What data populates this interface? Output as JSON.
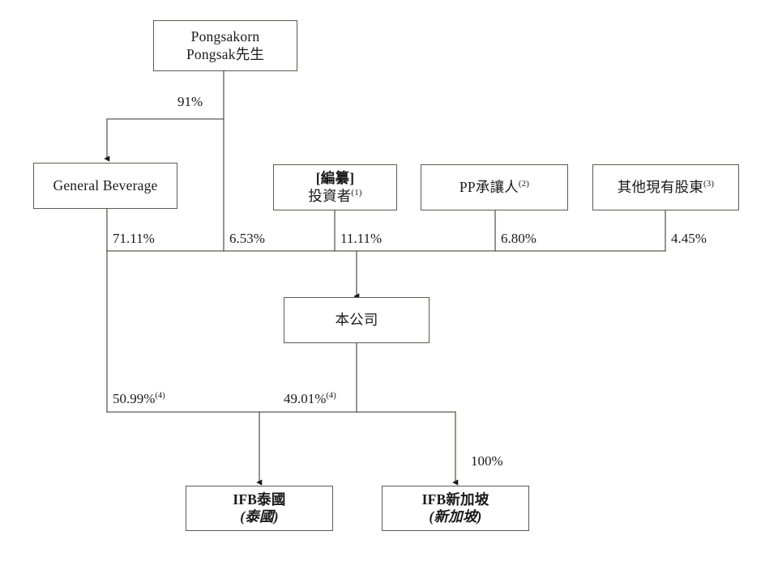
{
  "diagram": {
    "title": "Shareholding structure chart",
    "type": "org-shareholding-chart",
    "background_color": "#ffffff",
    "line_color": "#5a5a55",
    "text_color": "#1a1a1a"
  },
  "nodes": {
    "pongsakorn": {
      "line1": "Pongsakorn",
      "line2": "Pongsak先生"
    },
    "general_beverage": {
      "line1": "General Beverage"
    },
    "investor": {
      "line1": "[編纂]",
      "line2": "投資者",
      "line2_sup": "(1)"
    },
    "pp_transferee": {
      "line1": "PP承讓人",
      "line1_sup": "(2)"
    },
    "other_shareholders": {
      "line1": "其他現有股東",
      "line1_sup": "(3)"
    },
    "company": {
      "line1": "本公司"
    },
    "ifb_thailand": {
      "line1": "IFB泰國",
      "line2": "(泰國)"
    },
    "ifb_singapore": {
      "line1": "IFB新加坡",
      "line2": "(新加坡)"
    }
  },
  "edge_labels": {
    "pongsakorn_to_general_beverage": "91%",
    "general_beverage_to_company": "71.11%",
    "pongsakorn_to_company": "6.53%",
    "investor_to_company": "11.11%",
    "pp_transferee_to_company": "6.80%",
    "other_shareholders_to_company": "4.45%",
    "company_to_ifb_thailand": "50.99%",
    "company_to_ifb_thailand_sup": "(4)",
    "company_to_ifb_singapore": "49.01%",
    "company_to_ifb_singapore_sup": "(4)",
    "company_to_ifb_singapore_full": "100%"
  },
  "chart_data": {
    "type": "diagram",
    "title": "Shareholding structure chart",
    "nodes": [
      {
        "id": "pongsakorn",
        "label": "Pongsakorn Pongsak先生"
      },
      {
        "id": "general_beverage",
        "label": "General Beverage"
      },
      {
        "id": "investor",
        "label": "[編纂]投資者(1)"
      },
      {
        "id": "pp_transferee",
        "label": "PP承讓人(2)"
      },
      {
        "id": "other_shareholders",
        "label": "其他現有股東(3)"
      },
      {
        "id": "company",
        "label": "本公司"
      },
      {
        "id": "ifb_thailand",
        "label": "IFB泰國 (泰國)"
      },
      {
        "id": "ifb_singapore",
        "label": "IFB新加坡 (新加坡)"
      }
    ],
    "edges": [
      {
        "from": "pongsakorn",
        "to": "general_beverage",
        "value": "91%"
      },
      {
        "from": "general_beverage",
        "to": "company",
        "value": "71.11%"
      },
      {
        "from": "pongsakorn",
        "to": "company",
        "value": "6.53%"
      },
      {
        "from": "investor",
        "to": "company",
        "value": "11.11%"
      },
      {
        "from": "pp_transferee",
        "to": "company",
        "value": "6.80%"
      },
      {
        "from": "other_shareholders",
        "to": "company",
        "value": "4.45%"
      },
      {
        "from": "company",
        "to": "ifb_thailand",
        "value": "50.99%(4)"
      },
      {
        "from": "company",
        "to": "ifb_singapore",
        "value": "49.01%(4)"
      },
      {
        "from": "company",
        "to": "ifb_singapore",
        "value": "100%"
      }
    ]
  }
}
